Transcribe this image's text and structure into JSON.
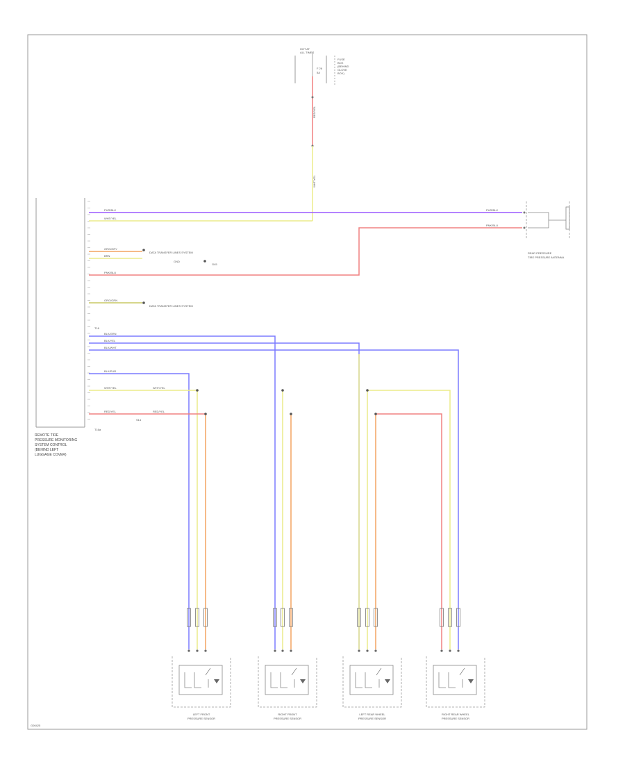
{
  "colors": {
    "purple": "#9b59ff",
    "yellow": "#ecec8a",
    "pink": "#f08080",
    "orange": "#f4a460",
    "blue": "#7b7bff",
    "frame": "#999999",
    "component": "#888888"
  },
  "fuse": {
    "title_a": "HOT AT",
    "title_b": "ALL TIMES",
    "fuse_a": "FUSE",
    "fuse_b": "BOX",
    "fuse_c": "(BEHIND",
    "fuse_d": "GLOVE",
    "fuse_e": "BOX)",
    "circuit_a": "F 26",
    "circuit_b": "5A",
    "wire_code_a": "RED/YEL",
    "wire_code_b": "WHT/YEL"
  },
  "module": {
    "label_1": "REMOTE TIRE",
    "label_2": "PRESSURE MONITORING",
    "label_3": "SYSTEM CONTROL",
    "label_4": "(BEHIND LEFT",
    "label_5": "LUGGAGE COVER)",
    "connector_a": "T16",
    "connector_b": "T16a"
  },
  "wires": {
    "can_high": "PUR/BLK",
    "supply": "WHT/YEL",
    "can_a": "ORG/GRY",
    "can_b": "BRN",
    "ground": "PNK/BLU",
    "can_c": "ORG/GRN",
    "lf_signal": "BLK/PUR",
    "rf_signal": "BLK/GRN",
    "lr_signal": "BLK/YEL",
    "rr_signal": "BLK/WHT",
    "sensor_supply": "WHT/YEL",
    "sensor_ground": "RED/YEL",
    "splice": "S14"
  },
  "notes": {
    "data_bus_1": "DATA TRANSFER LINES SYSTEM",
    "data_bus_2": "DATA TRANSFER LINES SYSTEM",
    "ground_1": "GND",
    "ground_2": "G45"
  },
  "antenna": {
    "label_1": "REAR PRESSURE",
    "label_2": "TIRE PRESSURE ANTENNA"
  },
  "sensors": [
    {
      "label_1": "LEFT FRONT",
      "label_2": "PRESSURE SENSOR"
    },
    {
      "label_1": "RIGHT FRONT",
      "label_2": "PRESSURE SENSOR"
    },
    {
      "label_1": "LEFT REAR WHEEL",
      "label_2": "PRESSURE SENSOR"
    },
    {
      "label_1": "RIGHT REAR WHEEL",
      "label_2": "PRESSURE SENSOR"
    }
  ],
  "figure_id": "G00425"
}
